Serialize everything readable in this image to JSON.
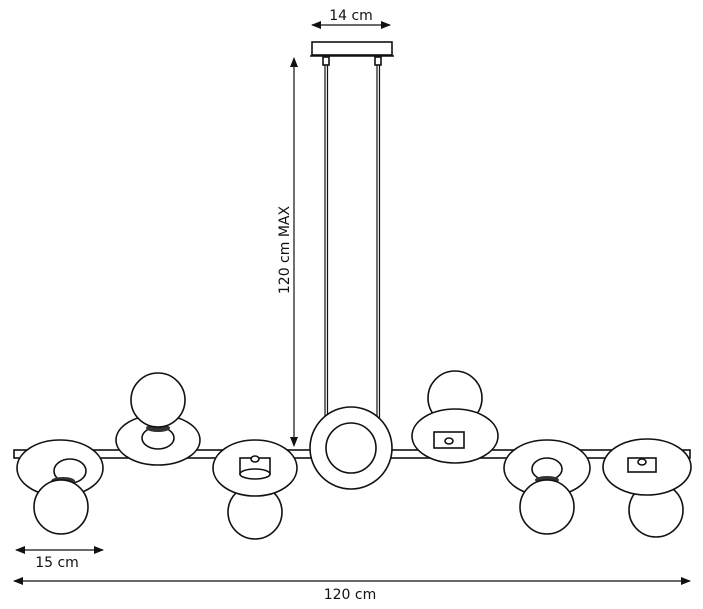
{
  "dimensions": {
    "canopy_width": "14 cm",
    "max_height": "120 cm MAX",
    "shade_width": "15 cm",
    "total_length": "120 cm"
  },
  "colors": {
    "line": "#111111",
    "background": "#ffffff"
  }
}
